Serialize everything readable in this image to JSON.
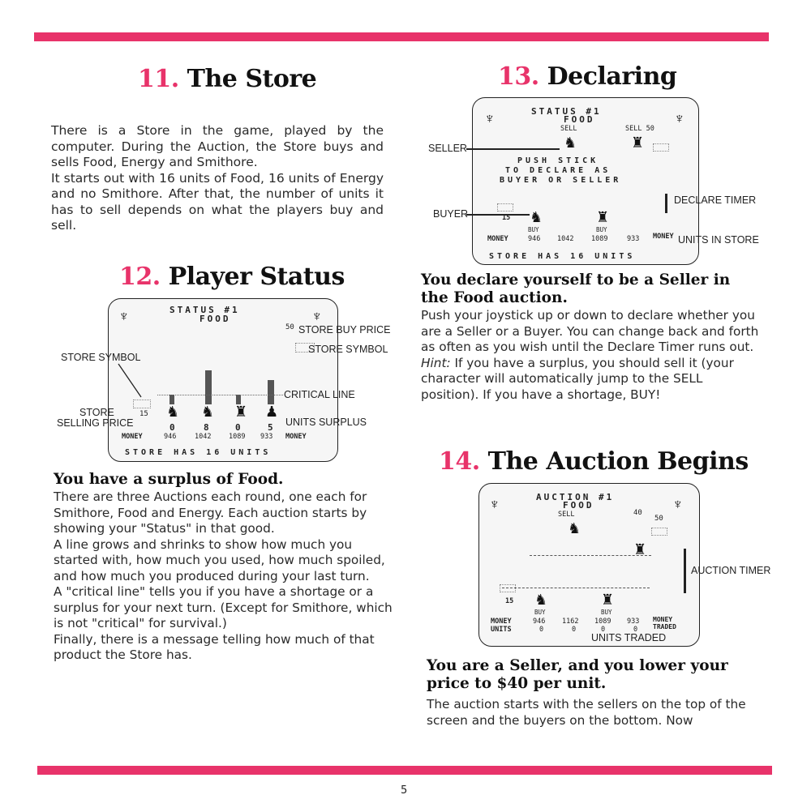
{
  "section11": {
    "num": "11.",
    "title": "The Store",
    "p1": "There is a Store in the game, played by the computer. During the Auction, the Store buys and sells Food, Energy and Smithore.",
    "p2": "It starts out with 16 units of Food, 16 units of Energy and no Smithore. After that, the number of units it has to sell depends on what the players buy and sell."
  },
  "section12": {
    "num": "12.",
    "title": "Player Status",
    "screen": {
      "title1": "STATUS #1",
      "title2": "FOOD",
      "store_price": "50",
      "store_qty": "15",
      "surplus": [
        "0",
        "8",
        "0",
        "5"
      ],
      "money_label": "MONEY",
      "money": [
        "946",
        "1042",
        "1089",
        "933"
      ],
      "money_label_right": "MONEY",
      "footer": "STORE HAS 16 UNITS"
    },
    "callouts": {
      "store_buy_price": "STORE BUY PRICE",
      "store_symbol_right": "STORE SYMBOL",
      "store_symbol_left": "STORE SYMBOL",
      "critical_line": "CRITICAL LINE",
      "store_selling_price_1": "STORE",
      "store_selling_price_2": "SELLING PRICE",
      "units_surplus": "UNITS SURPLUS"
    },
    "subhead": "You have a surplus of Food.",
    "p1": "There are three Auctions each round, one each for Smithore, Food and Energy. Each auction starts by showing your \"Status\" in that good.",
    "p2": "A line grows and shrinks to show how much you started with, how much you used, how much spoiled, and how much you produced during your last turn.",
    "p3": "A \"critical line\" tells you if you have a shortage or a surplus for your next turn. (Except for Smithore, which is not \"critical\" for survival.)",
    "p4": "Finally, there is a message telling how much of that product the Store has."
  },
  "section13": {
    "num": "13.",
    "title": "Declaring",
    "screen": {
      "title1": "STATUS #1",
      "title2": "FOOD",
      "sell": "SELL",
      "sell_store": "SELL 50",
      "push1": "PUSH STICK",
      "push2": "TO DECLARE AS",
      "push3": "BUYER OR SELLER",
      "store_qty": "15",
      "buy1": "BUY",
      "buy2": "BUY",
      "money_label": "MONEY",
      "money": [
        "946",
        "1042",
        "1089",
        "933"
      ],
      "money_label_right": "MONEY",
      "footer": "STORE HAS 16 UNITS"
    },
    "callouts": {
      "seller": "SELLER",
      "buyer": "BUYER",
      "declare_timer": "DECLARE TIMER",
      "units_in_store": "UNITS IN STORE"
    },
    "subhead": "You declare yourself to be a Seller in the Food auction.",
    "p1": "Push your joystick up or down to declare whether you are a Seller or a Buyer. You can change back and forth as often as you wish until the Declare Timer runs out.",
    "hint_label": "Hint:",
    "p2": " If you have a surplus, you should sell it (your character will automatically jump to the SELL position). If you have a shortage, BUY!"
  },
  "section14": {
    "num": "14.",
    "title": "The Auction Begins",
    "screen": {
      "title1": "AUCTION #1",
      "title2": "FOOD",
      "sell": "SELL",
      "price": "40",
      "store_price": "50",
      "store_qty": "15",
      "buy1": "BUY",
      "buy2": "BUY",
      "money_label": "MONEY",
      "units_label": "UNITS",
      "money": [
        "946",
        "1162",
        "1089",
        "933"
      ],
      "units": [
        "0",
        "0",
        "0",
        "0"
      ],
      "money_traded_1": "MONEY",
      "money_traded_2": "TRADED"
    },
    "callouts": {
      "auction_timer": "AUCTION TIMER",
      "units_traded": "UNITS TRADED"
    },
    "subhead": "You are a Seller, and you lower your price to $40 per unit.",
    "p1": "The auction starts with the sellers on the top of the screen and the buyers on the bottom. Now"
  },
  "page_number": "5",
  "colors": {
    "accent": "#e8336a",
    "text": "#2a2a2a"
  },
  "icons": [
    "player-mule-icon",
    "store-building-icon",
    "status-alien-icon"
  ]
}
